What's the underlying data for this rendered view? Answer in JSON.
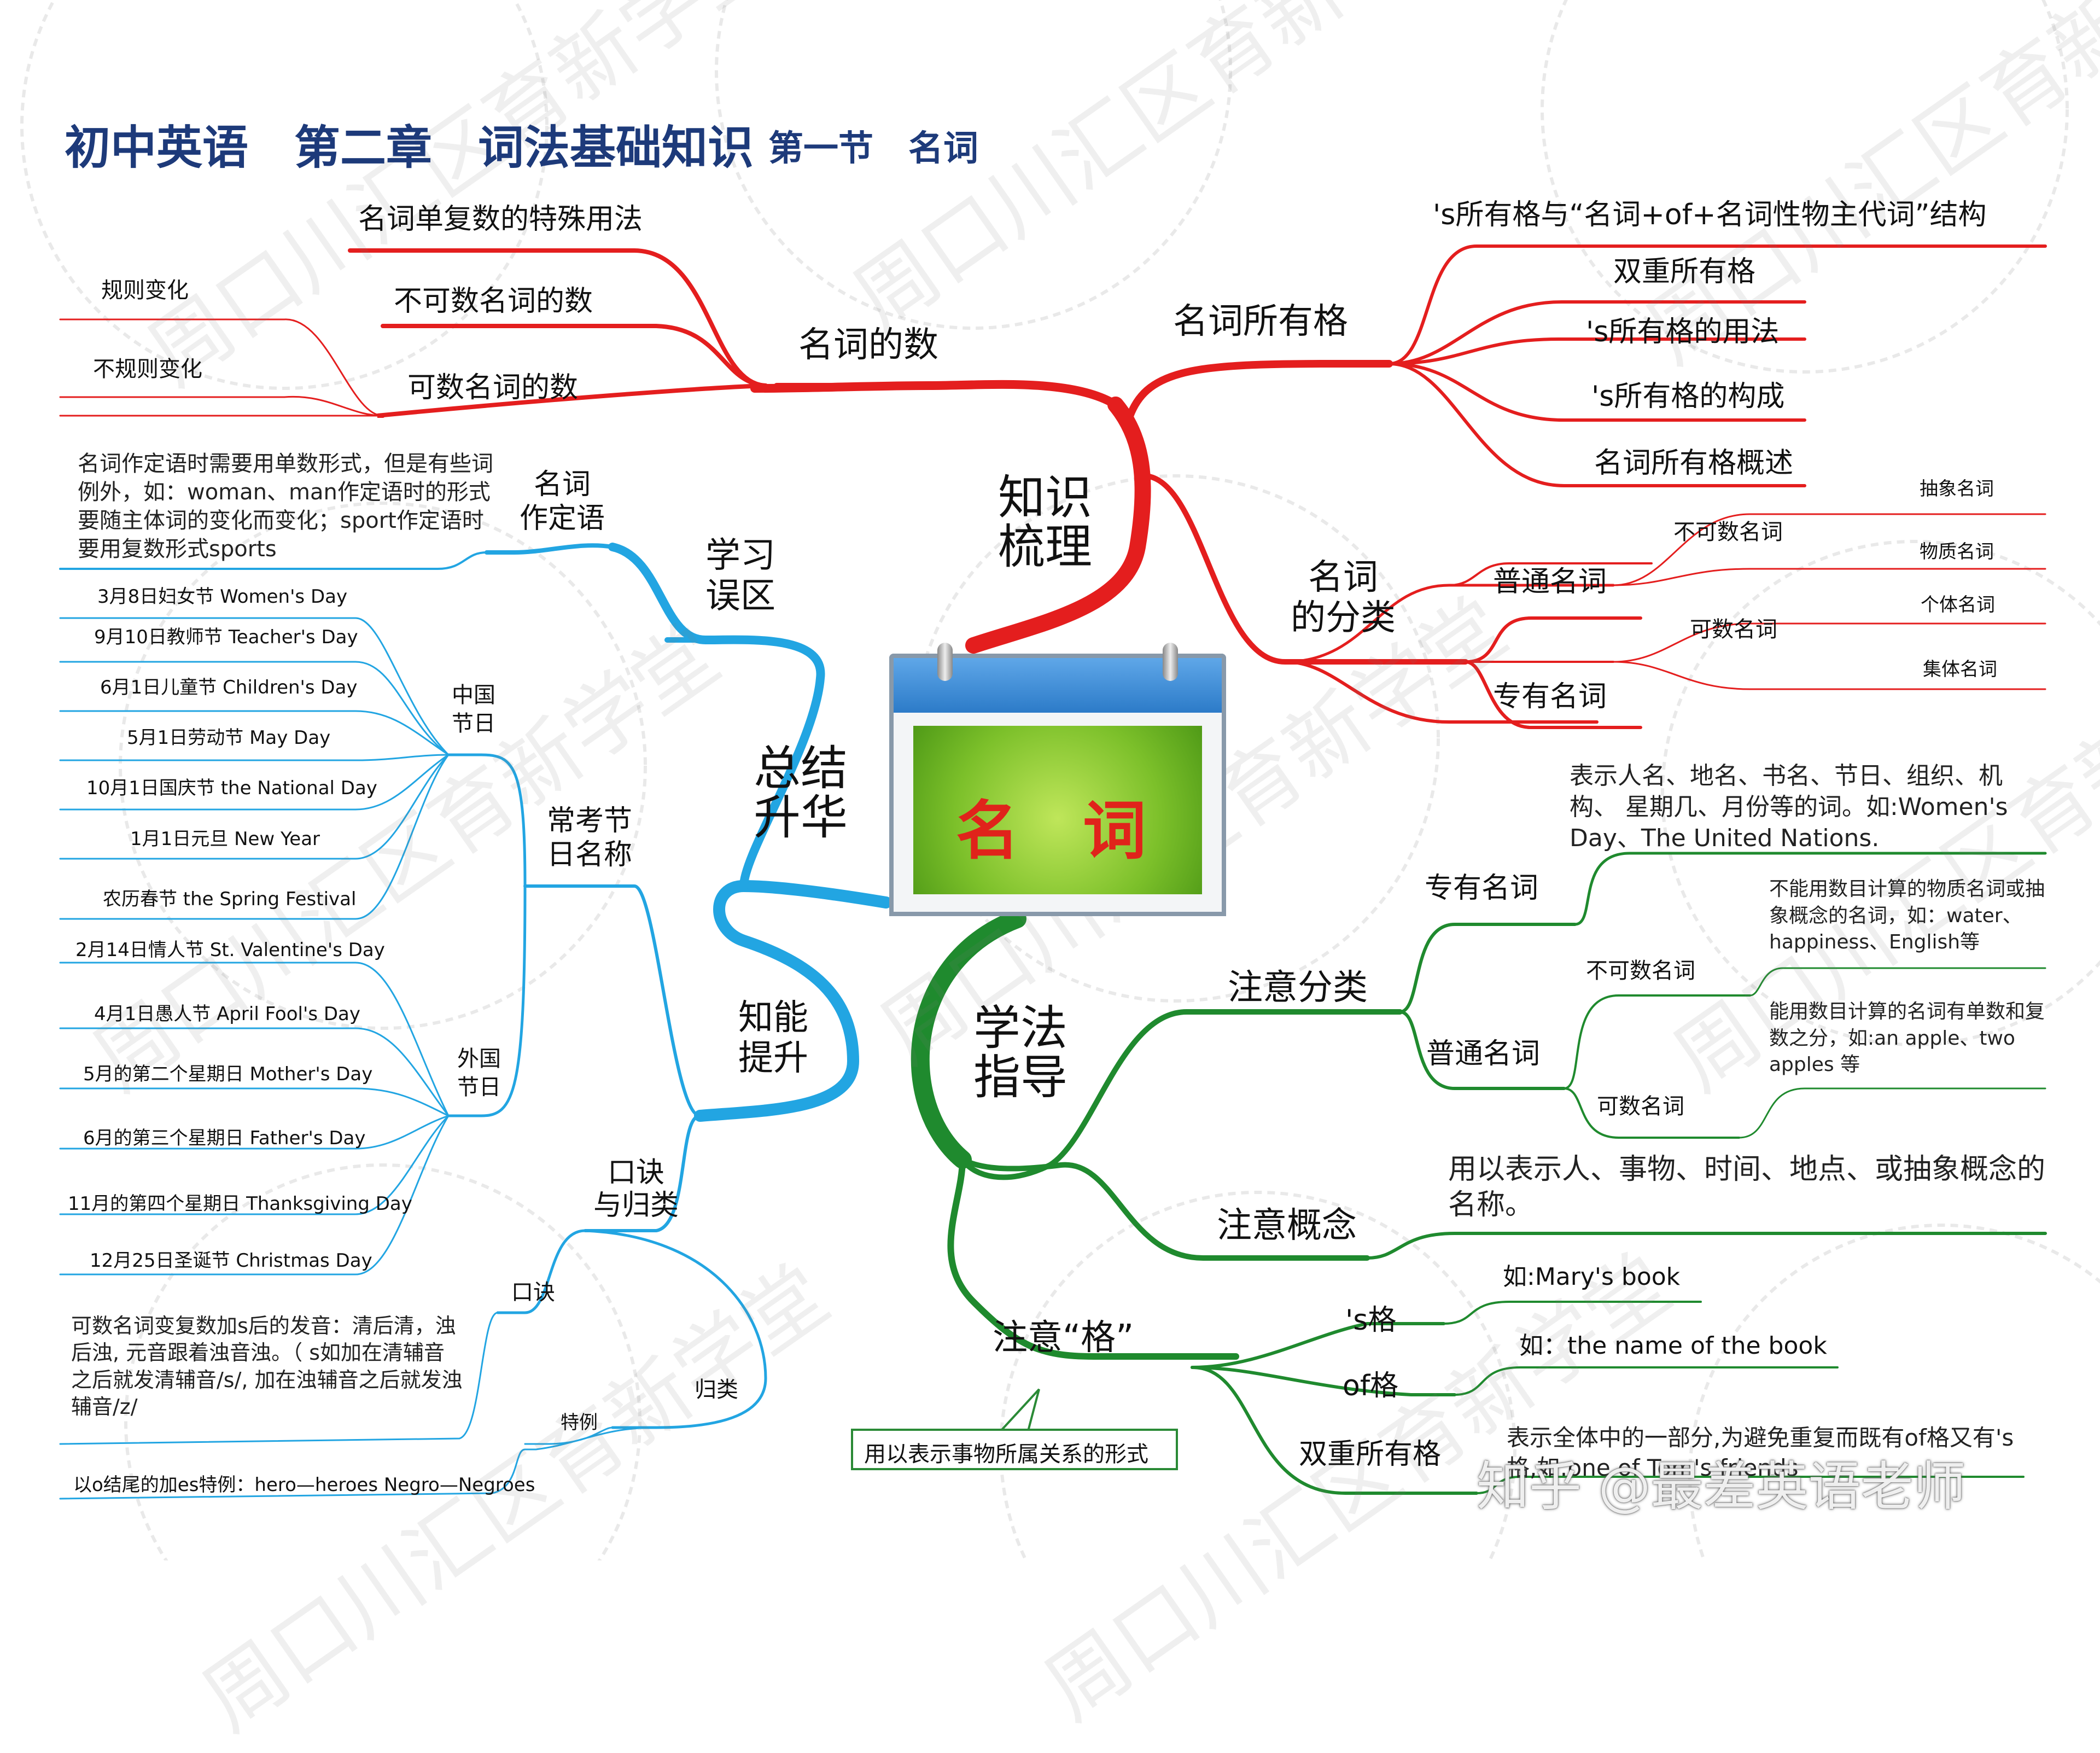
{
  "title": {
    "main": "初中英语　第二章　词法基础知识",
    "sub": "第一节　名词"
  },
  "center": {
    "label": "名　词"
  },
  "hubs": {
    "knowledge": "知识\n梳理",
    "summary": "总结\n升华",
    "method": "学法\n指导",
    "study": "学习\n误区",
    "skill": "知能\n提升",
    "rhyme": "口诀\n与归类"
  },
  "red": {
    "number": "名词的数",
    "number_items": [
      "名词单复数的特殊用法",
      "不可数名词的数",
      "可数名词的数"
    ],
    "number_sub": [
      "规则变化",
      "不规则变化"
    ],
    "possessive": "名词所有格",
    "possessive_items": [
      "'s所有格与“名词+of+名词性物主代词”结构",
      "双重所有格",
      "'s所有格的用法",
      "'s所有格的构成",
      "名词所有格概述"
    ],
    "classify": "名词\n的分类",
    "common": "普通名词",
    "proper": "专有名词",
    "uncountable": "不可数名词",
    "countable": "可数名词",
    "types": [
      "抽象名词",
      "物质名词",
      "个体名词",
      "集体名词"
    ]
  },
  "green": {
    "class_note": "注意分类",
    "proper": "专有名词",
    "proper_desc": "表示人名、地名、书名、节日、组织、机构、 星期几、月份等的词。如:Women's Day、The United  Nations.",
    "common": "普通名词",
    "uncountable": "不可数名词",
    "uncountable_desc": "不能用数目计算的物质名词或抽象概念的名词，如：water、happiness、English等",
    "countable": "可数名词",
    "countable_desc": "能用数目计算的名词有单数和复数之分，如:an apple、two apples 等",
    "concept": "注意概念",
    "concept_desc": "用以表示人、事物、时间、地点、或抽象概念的名称。",
    "case": "注意“格”",
    "s_case": "'s格",
    "s_example": "如:Mary's book",
    "of_case": "of格",
    "of_example": "如：the  name of the book",
    "double": "双重所有格",
    "double_desc": "表示全体中的一部分,为避免重复而既有of格又有's格,如:one of Tom's friends",
    "callout": "用以表示事物所属关系的形式"
  },
  "blue": {
    "attr": "名词\n作定语",
    "attr_desc": "名词作定语时需要用单数形式，但是有些词例外，如：woman、man作定语时的形式要随主体词的变化而变化；sport作定语时要用复数形式sports",
    "festivals": "常考节\n日名称",
    "china": "中国\n节日",
    "foreign": "外国\n节日",
    "china_days": [
      "3月8日妇女节  Women's   Day",
      "9月10日教师节  Teacher's Day",
      "6月1日儿童节  Children's Day",
      "5月1日劳动节 May Day",
      "10月1日国庆节   the National Day",
      "1月1日元旦  New Year",
      "农历春节  the Spring Festival"
    ],
    "foreign_days": [
      "2月14日情人节  St. Valentine's Day",
      "4月1日愚人节  April Fool's Day",
      "5月的第二个星期日  Mother's Day",
      "6月的第三个星期日  Father's Day",
      "11月的第四个星期日  Thanksgiving Day",
      "12月25日圣诞节  Christmas Day"
    ],
    "koujue": "口诀",
    "koujue_desc": "可数名词变复数加s后的发音：清后清，浊后浊, 元音跟着浊音浊。（ s如加在清辅音之后就发清辅音/s/, 加在浊辅音之后就发浊辅音/z/",
    "guilei": "归类",
    "teli": "特例",
    "teli_desc": "以o结尾的加es特例：hero—heroes  Negro—Negroes"
  },
  "watermarks": [
    "周口川汇区育新学堂"
  ],
  "credit": "知乎 @最差英语老师",
  "colors": {
    "red": "#e41e1e",
    "green": "#1f8a2e",
    "blue": "#22a5e2",
    "title": "#1d3a7a"
  }
}
